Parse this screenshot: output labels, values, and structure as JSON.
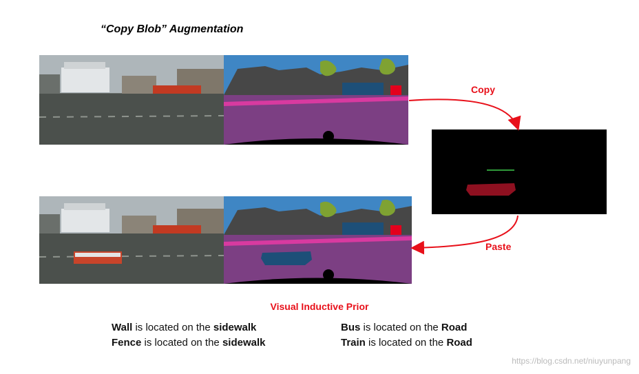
{
  "title": "“Copy Blob” Augmentation",
  "copy_label": "Copy",
  "paste_label": "Paste",
  "prior_title": "Visual Inductive Prior",
  "statements": [
    {
      "subject": "Wall",
      "middle": " is located on the ",
      "object": "sidewalk"
    },
    {
      "subject": "Fence",
      "middle": " is located on the ",
      "object": "sidewalk"
    },
    {
      "subject": "Bus",
      "middle": " is located on the ",
      "object": "Road"
    },
    {
      "subject": "Train",
      "middle": " is located on the ",
      "object": "Road"
    }
  ],
  "watermark": "https://blog.csdn.net/niuyunpang",
  "colors": {
    "accent_red": "#e8101a",
    "road_purple": "#7c3f83",
    "sky_blue": "#3f86c4",
    "building_gray": "#474747",
    "vegetation_green": "#7fa232",
    "bus_blue": "#1d4f78",
    "blob_red": "#8e1020"
  }
}
